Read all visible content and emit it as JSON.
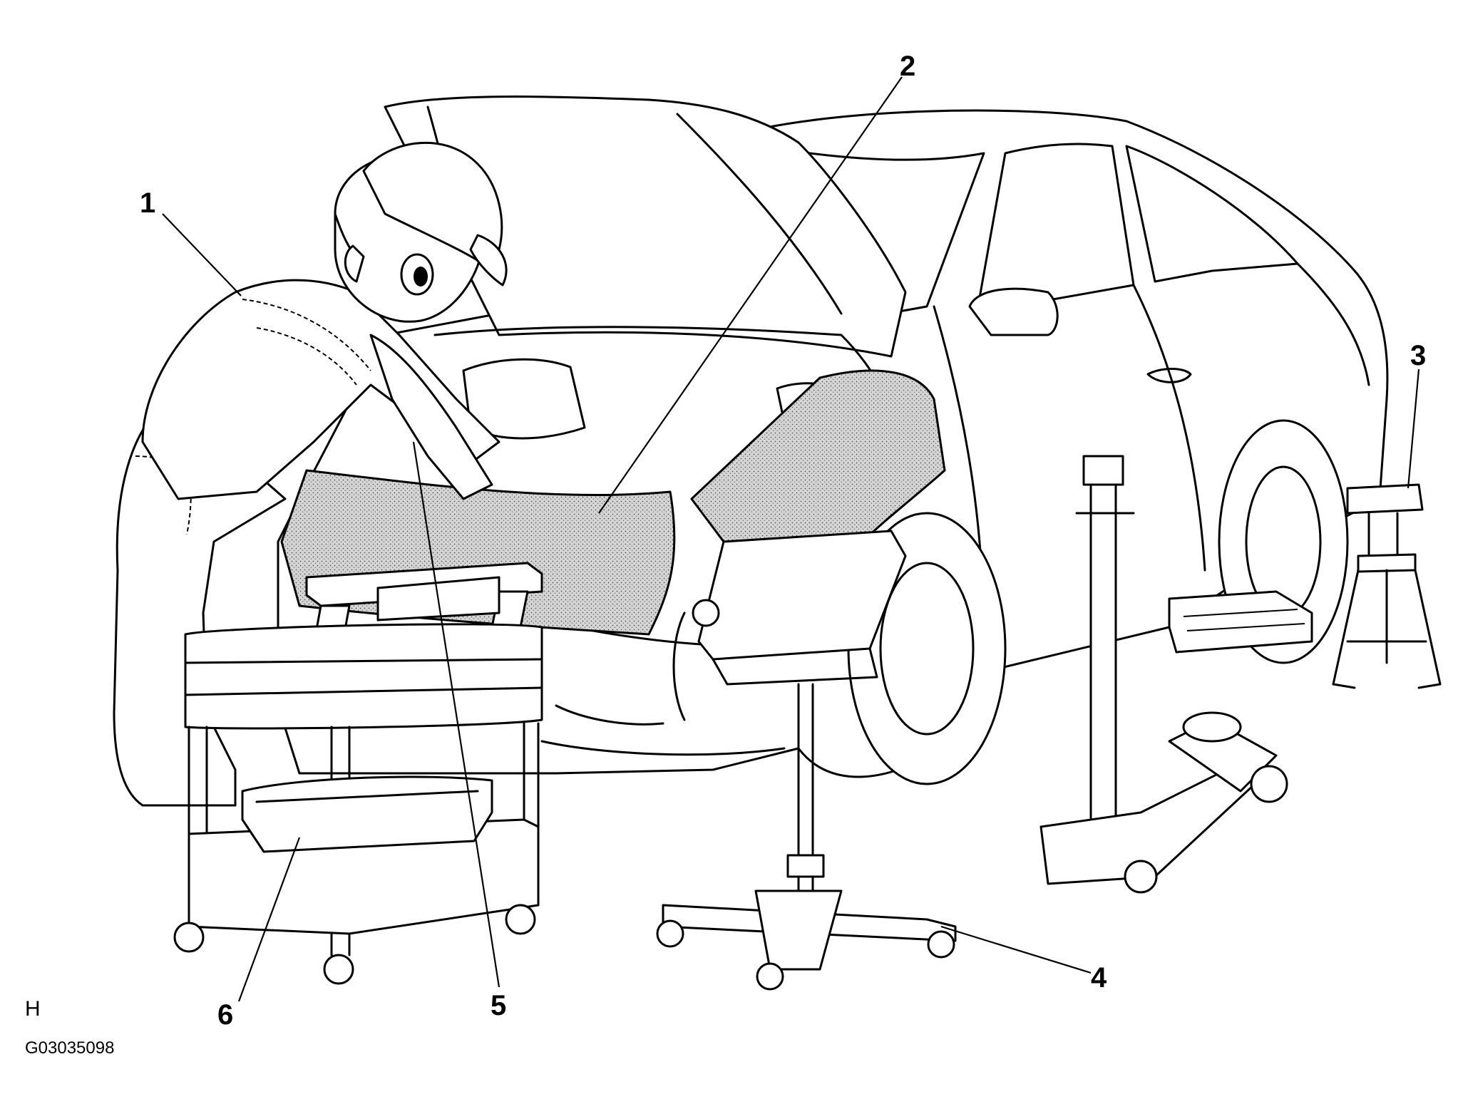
{
  "callouts": {
    "c1": "1",
    "c2": "2",
    "c3": "3",
    "c4": "4",
    "c5": "5",
    "c6": "6"
  },
  "corner_letter": "H",
  "figure_code": "G03035098",
  "colors": {
    "ink": "#000000",
    "paper": "#ffffff",
    "cover_stipple": "#8a8a8a"
  }
}
